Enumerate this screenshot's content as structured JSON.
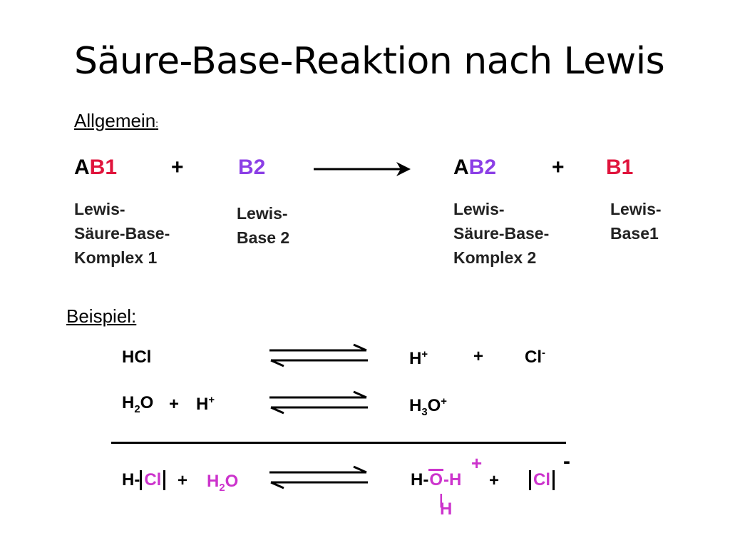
{
  "title": "Säure-Base-Reaktion nach Lewis",
  "general": {
    "label": "Allgemein",
    "colon": ":",
    "colors": {
      "A": "#000000",
      "B1": "#e0143c",
      "B2": "#8c3fe6"
    },
    "terms": [
      {
        "A": "A",
        "B": "B1",
        "desc": [
          "Lewis-",
          "Säure-Base-",
          "Komplex 1"
        ]
      },
      {
        "plus": "+"
      },
      {
        "B": "B2",
        "desc": [
          "Lewis-",
          "Base 2"
        ]
      },
      {
        "A": "A",
        "B": "B2",
        "desc": [
          "Lewis-",
          "Säure-Base-",
          "Komplex 2"
        ]
      },
      {
        "plus": "+"
      },
      {
        "B": "B1",
        "desc": [
          "Lewis-",
          "Base1"
        ]
      }
    ]
  },
  "example": {
    "label": "Beispiel:",
    "line1": {
      "left": "HCl",
      "right1": "H",
      "right1_sup": "+",
      "plus": "+",
      "right2": "Cl",
      "right2_sup": "-"
    },
    "line2": {
      "left1": "H",
      "left1_sub": "2",
      "left1_end": "O",
      "plus": "+",
      "left2": "H",
      "left2_sup": "+",
      "right": "H",
      "right_sub": "3",
      "right_end": "O",
      "right_sup": "+"
    },
    "line3": {
      "left_h": "H-",
      "left_cl": "Cl",
      "plus1": "+",
      "water_h": "H",
      "water_sub": "2",
      "water_o": "O",
      "right_h": "H-",
      "right_o": "O",
      "right_oh": "-H",
      "right_h_below": "H",
      "right_charge": "+",
      "plus2": "+",
      "right_cl": "Cl",
      "right_cl_charge": "-"
    }
  }
}
